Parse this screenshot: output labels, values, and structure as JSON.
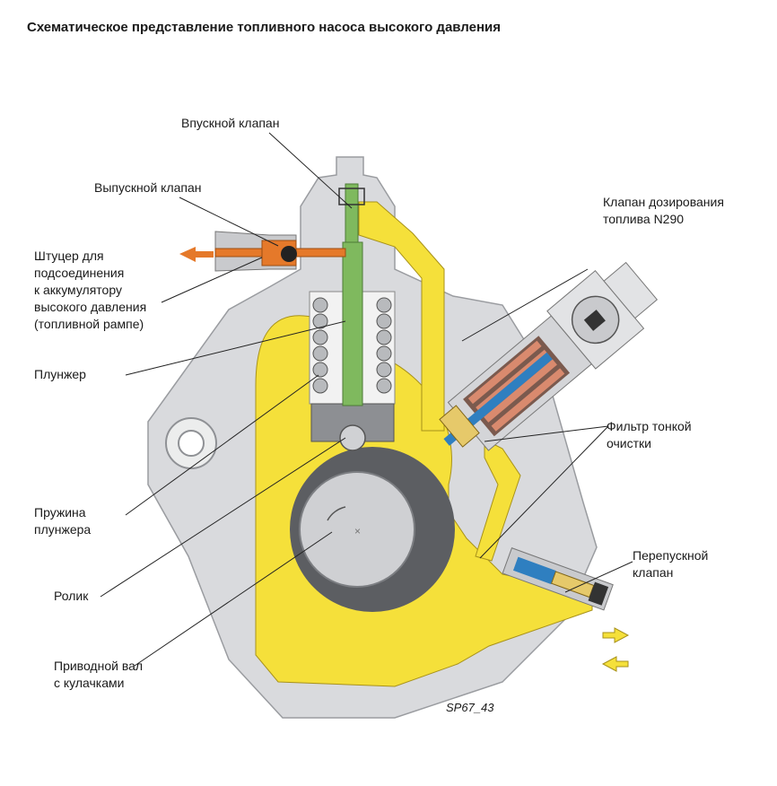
{
  "title": "Схематическое представление топливного насоса высокого давления",
  "labels": {
    "inlet_valve": "Впускной клапан",
    "outlet_valve": "Выпускной клапан",
    "fitting": "Штуцер для\nподсоединения\nк аккумулятору\nвысокого давления\n(топливной рампе)",
    "plunger": "Плунжер",
    "plunger_spring": "Пружина\nплунжера",
    "roller": "Ролик",
    "drive_shaft": "Приводной вал\nс кулачками",
    "metering_valve": "Клапан дозирования\nтоплива N290",
    "fine_filter": "Фильтр тонкой\nочистки",
    "bypass_valve": "Перепускной\nклапан"
  },
  "figure_code": "SP67_43",
  "colors": {
    "fuel": "#f5e03a",
    "housing": "#d9dadd",
    "plunger": "#7fb95e",
    "outlet": "#e5792a",
    "valve_blue": "#2f7fc0",
    "coil": "#d98a6e"
  }
}
